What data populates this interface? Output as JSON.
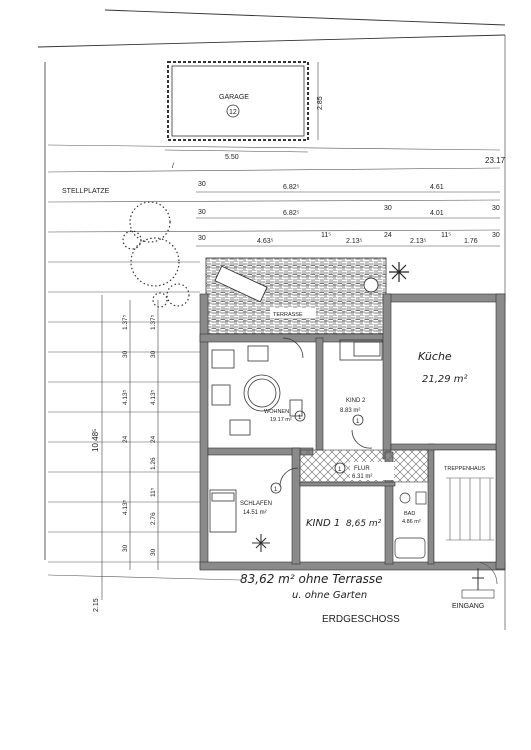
{
  "plan": {
    "title": "ERDGESCHOSS",
    "handwritten_area": "83,62 m² ohne Terrasse",
    "handwritten_note": "u. ohne Garten",
    "parking_label": "STELLPLATZE",
    "entrance_label": "EINGANG",
    "garage": {
      "label": "GARAGE",
      "number": "12",
      "width": "5.50",
      "depth": "2.85"
    },
    "rooms": {
      "terrace": {
        "label": "TERRASSE"
      },
      "kitchen": {
        "label": "Küche",
        "area": "21,29 m²"
      },
      "living": {
        "label": "WOHNEN",
        "area": "19.17 m²",
        "number": "1"
      },
      "kind2": {
        "label": "KIND 2",
        "area": "8.83 m²",
        "number": "1"
      },
      "hall": {
        "label": "FLUR",
        "area": "6.31 m²",
        "number": "1"
      },
      "stairs": {
        "label": "TREPPENHAUS"
      },
      "bedroom": {
        "label": "SCHLAFEN",
        "area": "14.51 m²",
        "number": "1"
      },
      "kind1": {
        "label": "KIND 1",
        "area": "8,65 m²"
      },
      "bath": {
        "label": "BAD",
        "area": "4.86 m²"
      }
    },
    "dims_top": {
      "row1": [
        "30",
        "6.82⁵",
        "4.61",
        "23.17"
      ],
      "row2": [
        "30",
        "6.82⁵",
        "30",
        "4.01",
        "30"
      ],
      "row3": [
        "30",
        "4.63⁵",
        "11⁵",
        "2.13⁵",
        "24",
        "2.13⁵",
        "11⁵",
        "1.76",
        "30"
      ]
    },
    "dims_left": {
      "total": "10.48⁵",
      "bottom": "2.15",
      "col_outer": [
        "1.37⁵",
        "30",
        "4.13⁵",
        "24",
        "4.13⁵",
        "30"
      ],
      "col_mid": [
        "1.37⁵",
        "30",
        "4.13⁵",
        "24",
        "1.26",
        "11⁵",
        "2.76",
        "30"
      ]
    }
  }
}
